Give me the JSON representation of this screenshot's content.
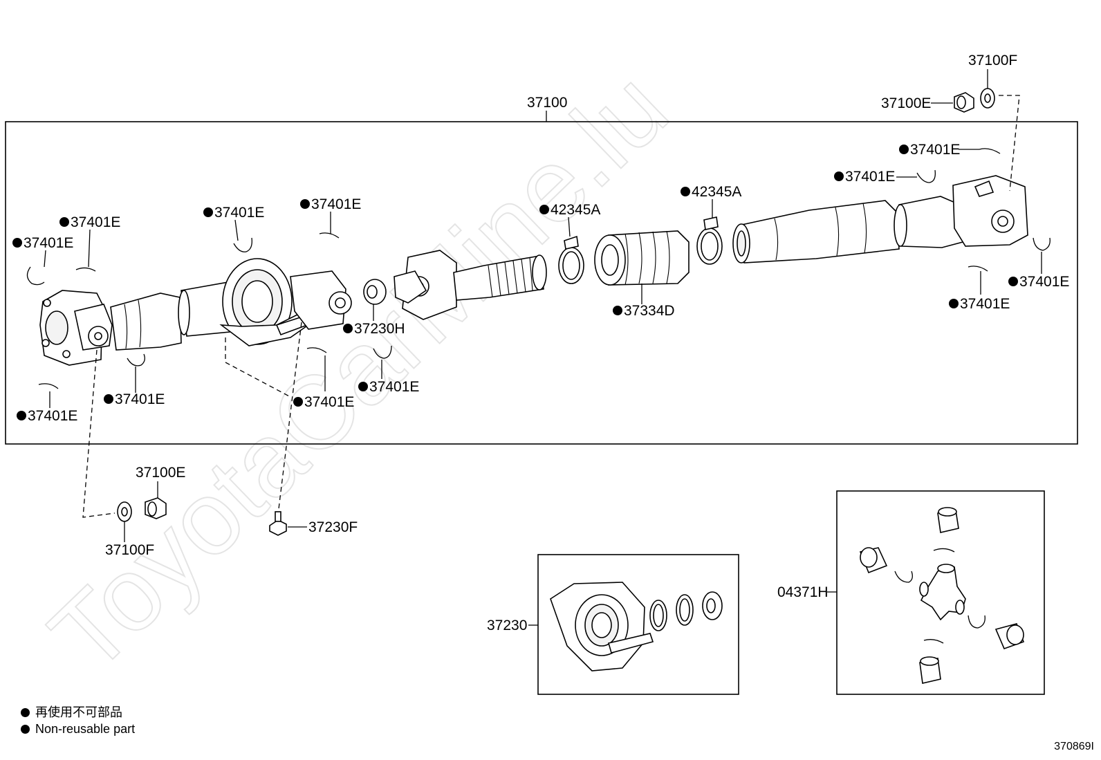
{
  "labels": {
    "assembly": "37100",
    "nut_37100e": "37100E",
    "washer_37100f": "37100F",
    "clip": "37401E",
    "clamp": "42345A",
    "boot": "37334D",
    "cushion": "37230H",
    "bolt": "37230F",
    "bearing": "37230",
    "spider_kit": "04371H",
    "non_reusable_mark": "●"
  },
  "legend": {
    "japanese": "再使用不可部品",
    "english": "Non-reusable part"
  },
  "figure_ref": "370869I",
  "watermark": "ToyotaCarMine.lu"
}
